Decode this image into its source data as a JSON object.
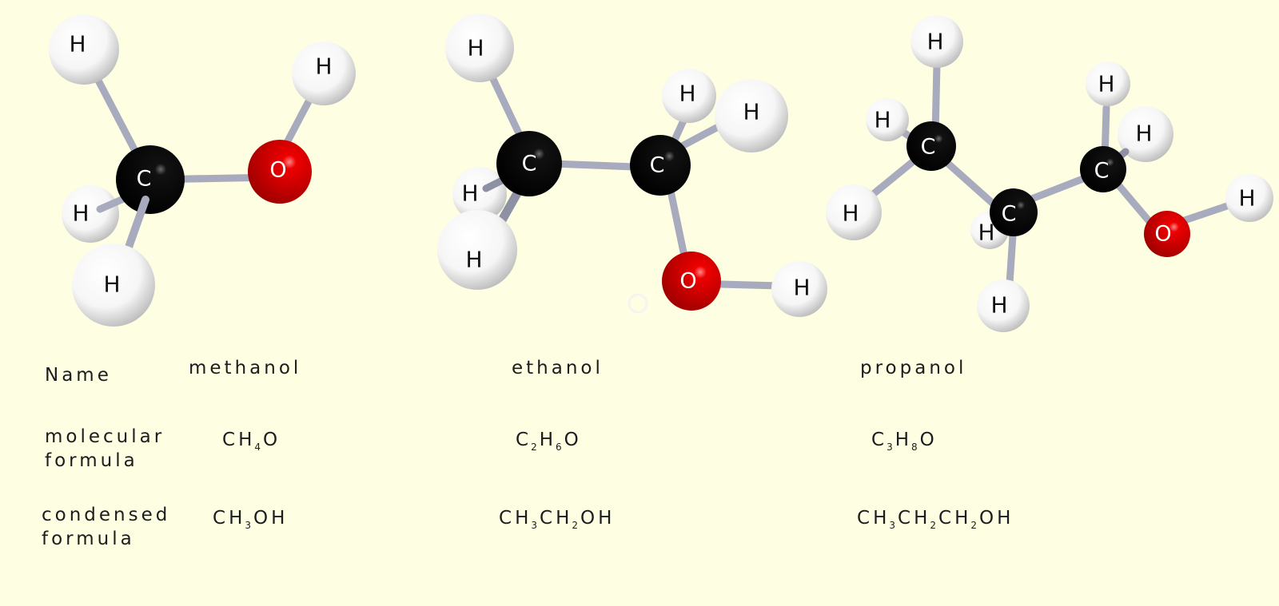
{
  "background_color": "#fefee2",
  "atom_colors": {
    "hydrogen": "#ffffff",
    "carbon": "#000000",
    "oxygen": "#e60000",
    "bond": "#a8aabd"
  },
  "row_labels": {
    "name": "Name",
    "molecular_line1": "molecular",
    "molecular_line2": "formula",
    "condensed_line1": "condensed",
    "condensed_line2": "formula"
  },
  "atoms": {
    "H": "H",
    "C": "C",
    "O": "O"
  },
  "molecules": [
    {
      "name": "methanol",
      "molecular_formula": "CH4O",
      "molecular_parts": [
        [
          "C",
          ""
        ],
        [
          "H",
          "4"
        ],
        [
          "O",
          ""
        ]
      ],
      "condensed_formula": "CH3OH",
      "condensed_parts": [
        [
          "C",
          ""
        ],
        [
          "H",
          "3"
        ],
        [
          "O",
          ""
        ],
        [
          "H",
          ""
        ]
      ]
    },
    {
      "name": "ethanol",
      "molecular_formula": "C2H6O",
      "molecular_parts": [
        [
          "C",
          "2"
        ],
        [
          "H",
          "6"
        ],
        [
          "O",
          ""
        ]
      ],
      "condensed_formula": "CH3CH2OH",
      "condensed_parts": [
        [
          "C",
          ""
        ],
        [
          "H",
          "3"
        ],
        [
          "C",
          ""
        ],
        [
          "H",
          "2"
        ],
        [
          "O",
          ""
        ],
        [
          "H",
          ""
        ]
      ]
    },
    {
      "name": "propanol",
      "molecular_formula": "C3H8O",
      "molecular_parts": [
        [
          "C",
          "3"
        ],
        [
          "H",
          "8"
        ],
        [
          "O",
          ""
        ]
      ],
      "condensed_formula": "CH3CH2CH2OH",
      "condensed_parts": [
        [
          "C",
          ""
        ],
        [
          "H",
          "3"
        ],
        [
          "C",
          ""
        ],
        [
          "H",
          "2"
        ],
        [
          "C",
          ""
        ],
        [
          "H",
          "2"
        ],
        [
          "O",
          ""
        ],
        [
          "H",
          ""
        ]
      ]
    }
  ]
}
